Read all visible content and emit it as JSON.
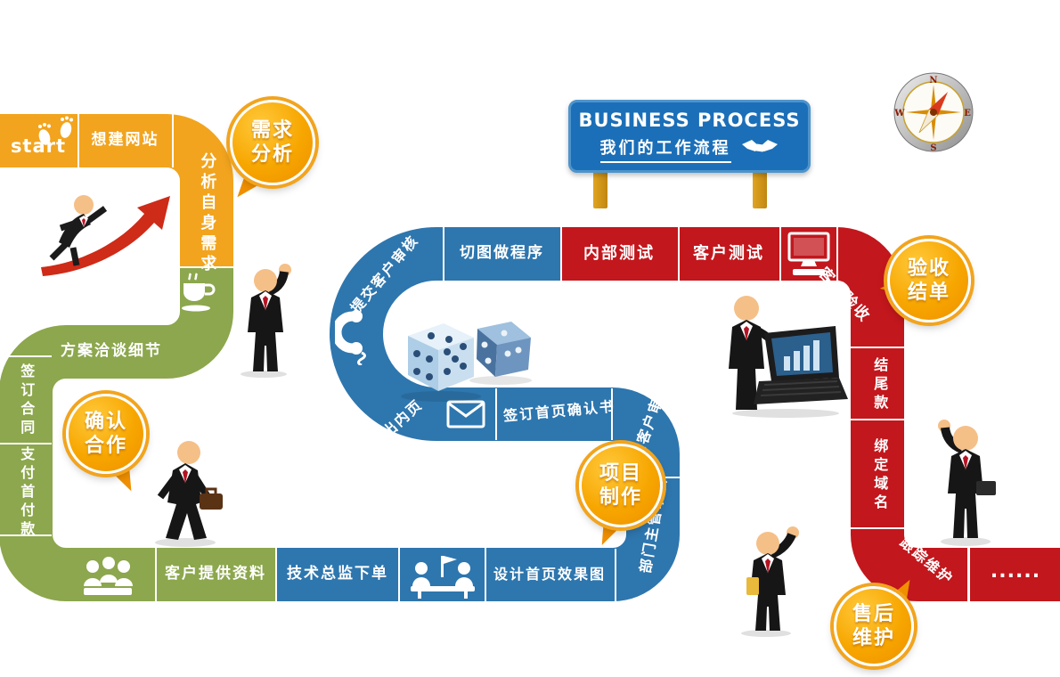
{
  "sign": {
    "title": "BUSINESS PROCESS",
    "subtitle": "我们的工作流程"
  },
  "compass": {
    "n": "N",
    "e": "E",
    "s": "S",
    "w": "W"
  },
  "steps": {
    "start": "start",
    "want_site": "想建网站",
    "analyze_needs": "分析自身需求",
    "discuss_details": "方案洽谈细节",
    "sign_contract": "签订合同",
    "pay_deposit": "支付首付款",
    "provide_materials": "客户提供资料",
    "director_order": "技术总监下单",
    "design_homepage": "设计首页效果图",
    "dept_review": "部门主管审核",
    "submit_review_right": "提交客户审核",
    "sign_homepage_confirm": "签订首页确认书",
    "designer_inner_pages": "设计师出内页",
    "submit_review_left": "提交客户审核",
    "slice_program": "切图做程序",
    "internal_test": "内部测试",
    "client_test": "客户测试",
    "client_acceptance": "客户验收",
    "final_payment": "结尾款",
    "bind_domain": "绑定域名",
    "track_maintenance": "跟踪维护",
    "ellipsis": "......"
  },
  "bubbles": {
    "requirement_analysis": "需求\n分析",
    "confirm_cooperation": "确认\n合作",
    "project_production": "项目\n制作",
    "acceptance_settlement": "验收\n结单",
    "after_sales": "售后\n维护"
  },
  "colors": {
    "path_orange": "#F2A41E",
    "path_green": "#8CA74D",
    "path_blue": "#2E76AE",
    "path_red": "#C2171D",
    "bubble_orange": "#F59E00",
    "sign_blue": "#1B6FB8"
  }
}
